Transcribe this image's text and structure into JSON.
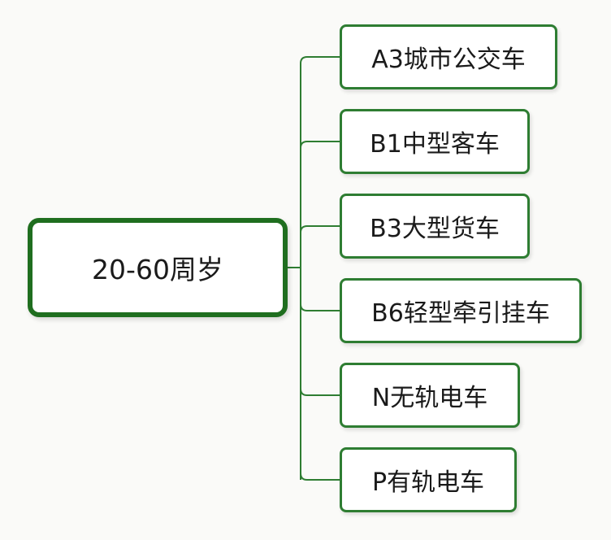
{
  "root": {
    "label": "20-60周岁"
  },
  "children": [
    {
      "label": "A3城市公交车"
    },
    {
      "label": "B1中型客车"
    },
    {
      "label": "B3大型货车"
    },
    {
      "label": "B6轻型牵引挂车"
    },
    {
      "label": "N无轨电车"
    },
    {
      "label": "P有轨电车"
    }
  ],
  "colors": {
    "root_border": "#1f6e1f",
    "child_border": "#2e7d32",
    "connector": "#2e7d32"
  }
}
